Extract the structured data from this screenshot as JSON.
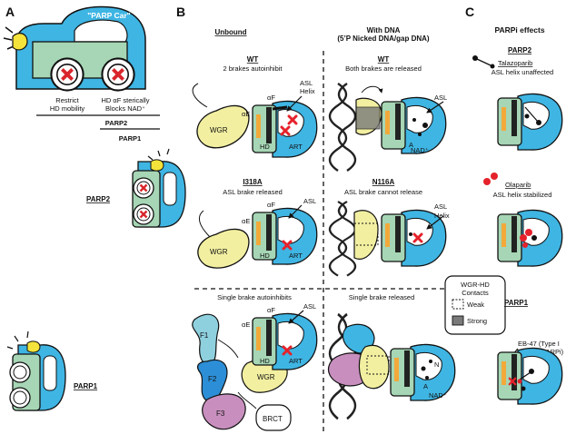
{
  "panel_labels": {
    "a": "A",
    "b": "B",
    "c": "C"
  },
  "panel_a": {
    "car_label": "\"PARP Car\"",
    "restrict_line1": "Restrict",
    "restrict_line2": "HD mobility",
    "blocks_line1": "HD αF sterically",
    "blocks_line2": "Blocks NAD⁺",
    "parp2": "PARP2",
    "parp1": "PARP1",
    "parp2_side": "PARP2",
    "parp1_side": "PARP1"
  },
  "panel_b": {
    "col_unbound": "Unbound",
    "col_dna_line1": "With DNA",
    "col_dna_line2": "(5’P Nicked DNA/gap DNA)",
    "wt_title": "WT",
    "wt_sub": "2 brakes autoinhibit",
    "wt_dna_title": "WT",
    "wt_dna_sub": "Both brakes are released",
    "i318a_title": "I318A",
    "i318a_sub": "ASL brake released",
    "n116a_title": "N116A",
    "n116a_sub": "ASL brake cannot release",
    "single_auto": "Single brake autoinhibits",
    "single_rel": "Single brake released",
    "alpha_f": "αF",
    "alpha_e": "αE",
    "asl": "ASL",
    "helix": "Helix",
    "hd": "HD",
    "art": "ART",
    "wgr": "WGR",
    "nad": "NAD⁺",
    "f1": "F1",
    "f2": "F2",
    "f3": "F3",
    "brct": "BRCT",
    "a_letter": "A",
    "n_letter": "N",
    "legend_title1": "WGR-HD",
    "legend_title2": "Contacts",
    "legend_weak": "Weak",
    "legend_strong": "Strong"
  },
  "panel_c": {
    "title": "PARPi effects",
    "parp2": "PARP2",
    "talazoparib": "Talazoparib",
    "tala_effect": "ASL helix unaffected",
    "olaparib": "Olaparib",
    "ola_effect": "ASL helix stabilized",
    "parp1": "PARP1",
    "eb47_line1": "EB-47 (Type I",
    "eb47_line2": "PARP1 PARPi)"
  },
  "colors": {
    "art_blue": "#3fb5e3",
    "hd_green": "#a6d6b5",
    "wgr_yellow": "#f2efa1",
    "alpha_e_orange": "#f2a93a",
    "f1_lightblue": "#8fd0df",
    "f2_blue": "#2c8ed6",
    "f3_pink": "#c88fbe",
    "wheel_red": "#d9262c",
    "headlight_yellow": "#f4e33a",
    "drug_red": "#e5222b",
    "weak_box": "#ffffff",
    "strong_box": "#7a7a7a"
  }
}
